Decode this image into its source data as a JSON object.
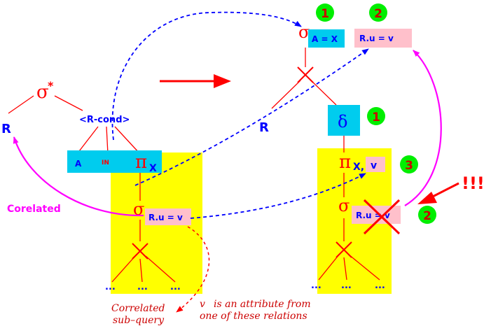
{
  "left_tree": {
    "root_sigma": "σ",
    "root_star": "*",
    "relation_r": "R",
    "r_cond": "<R-cond>",
    "cond_a": "A",
    "cond_in": "IN",
    "cond_pi": "π",
    "cond_pi_sub": "X",
    "sub_sigma": "σ",
    "sub_cond": "R.u = v",
    "leaves": [
      "...",
      "...",
      "..."
    ]
  },
  "right_tree": {
    "top_sigma": "σ",
    "badge_1_top": "1",
    "badge_2_top": "2",
    "cond_ax": "A = X",
    "cond_ruv": "R.u = v",
    "relation_r": "R",
    "delta": "δ",
    "badge_1_delta": "1",
    "pi": "π",
    "pi_sub_x": "X,",
    "pi_sub_v": "v",
    "badge_3": "3",
    "sub_sigma": "σ",
    "sub_cond": "R.u = v",
    "badge_2_sub": "2",
    "exclaim": "!!!",
    "leaves": [
      "...",
      "...",
      "..."
    ]
  },
  "annotations": {
    "corelated": "Corelated",
    "correlated_line1": "Correlated",
    "correlated_line2": "sub–query",
    "v_letter": "v",
    "attr_line1": "is an attribute from",
    "attr_line2": "one of these relations"
  },
  "colors": {
    "red": "#ff0000",
    "blue": "#0000ff",
    "magenta": "#ff00ff",
    "yellow": "#ffff00",
    "cyan": "#00ccee",
    "pink": "#ffc0cb",
    "green": "#00ee00",
    "darkred": "#cc0000"
  }
}
